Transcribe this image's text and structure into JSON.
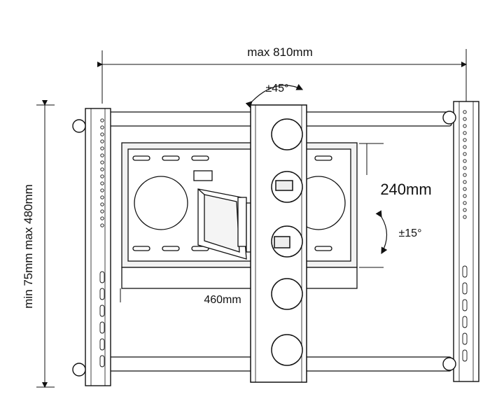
{
  "labels": {
    "width_max": "max 810mm",
    "height_range": "min 75mm  max 480mm",
    "horizontal_spacing": "460mm",
    "vertical_spacing": "240mm",
    "swivel": "±45°",
    "tilt": "±15°"
  },
  "colors": {
    "line": "#111111",
    "background": "#ffffff",
    "shade": "#e8e8e8"
  }
}
